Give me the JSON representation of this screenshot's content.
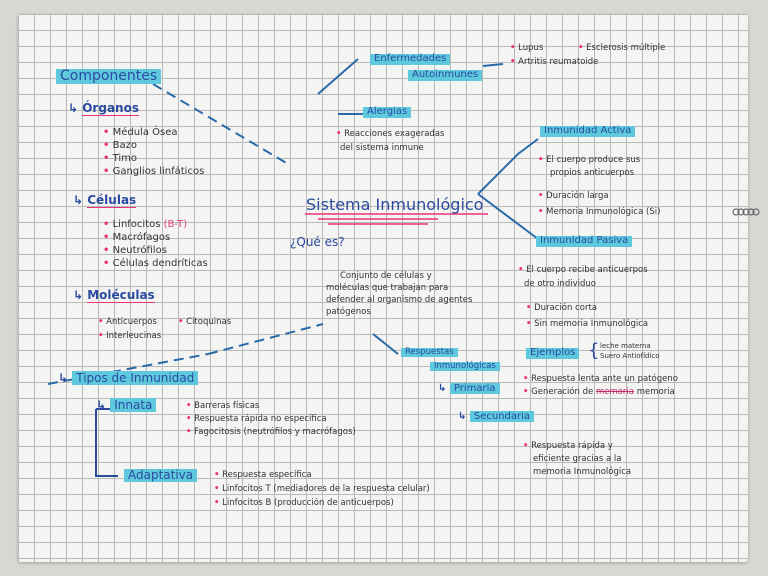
{
  "title": "Sistema Inmunológico",
  "que_es": {
    "label": "¿Qué es?",
    "text1": "Conjunto de células y",
    "text2": "moléculas que trabajan para",
    "text3": "defender al organismo de agentes",
    "text4": "patógenos"
  },
  "componentes": {
    "label": "Componentes",
    "organos": {
      "label": "Órganos",
      "items": [
        "Médula Ósea",
        "Bazo",
        "Timo",
        "Ganglios linfáticos"
      ]
    },
    "celulas": {
      "label": "Células",
      "items": [
        "Linfocitos",
        "(B-T)",
        "Macrófagos",
        "Neutrófilos",
        "Células dendríticas"
      ]
    },
    "moleculas": {
      "label": "Moléculas",
      "items": [
        "Anticuerpos",
        "Citoquinas",
        "Interleucinas"
      ]
    }
  },
  "tipos": {
    "label": "Tipos de Inmunidad",
    "innata": {
      "label": "Innata",
      "items": [
        "Barreras físicas",
        "Respuesta rápida no específica",
        "Fagocitosis (neutrófilos y macrófagos)"
      ]
    },
    "adaptativa": {
      "label": "Adaptativa",
      "items": [
        "Respuesta específica",
        "Linfocitos T (mediadores de la respuesta celular)",
        "Linfocitos B (producción de anticuerpos)"
      ]
    }
  },
  "enfermedades": {
    "label1": "Enfermedades",
    "label2": "Autoinmunes",
    "items": [
      "Lupus",
      "Esclerosis múltiple",
      "Artritis reumatoide"
    ]
  },
  "alergias": {
    "label": "Alergias",
    "text1": "Reacciones exageradas",
    "text2": "del sistema inmune"
  },
  "activa": {
    "label": "Inmunidad Activa",
    "items": [
      "El cuerpo produce sus",
      "propios anticuerpos",
      "Duración larga",
      "Memoria Inmunológica",
      "(Si)"
    ]
  },
  "pasiva": {
    "label": "Inmunidad Pasiva",
    "items": [
      "El cuerpo recibe anticuerpos",
      "de otro individuo",
      "Duración corta",
      "Sin memoria Inmunológica"
    ]
  },
  "ejemplos": {
    "label": "Ejemplos",
    "items": [
      "leche materna",
      "Suero Antiofídico"
    ]
  },
  "respuestas": {
    "label1": "Respuestas",
    "label2": "Inmunológicas",
    "primaria": {
      "label": "Primaria",
      "items": [
        "Respuesta lenta ante un patógeno",
        "Generación de",
        "memoria",
        "memoria"
      ]
    },
    "secundaria": {
      "label": "Secundaria",
      "items": [
        "Respuesta rápida y",
        "eficiente gracias a la",
        "memoria Inmunológica"
      ]
    }
  },
  "colors": {
    "highlight": "#5ec9dd",
    "bullet": "#e8347a",
    "ink": "#2a4aa0"
  }
}
